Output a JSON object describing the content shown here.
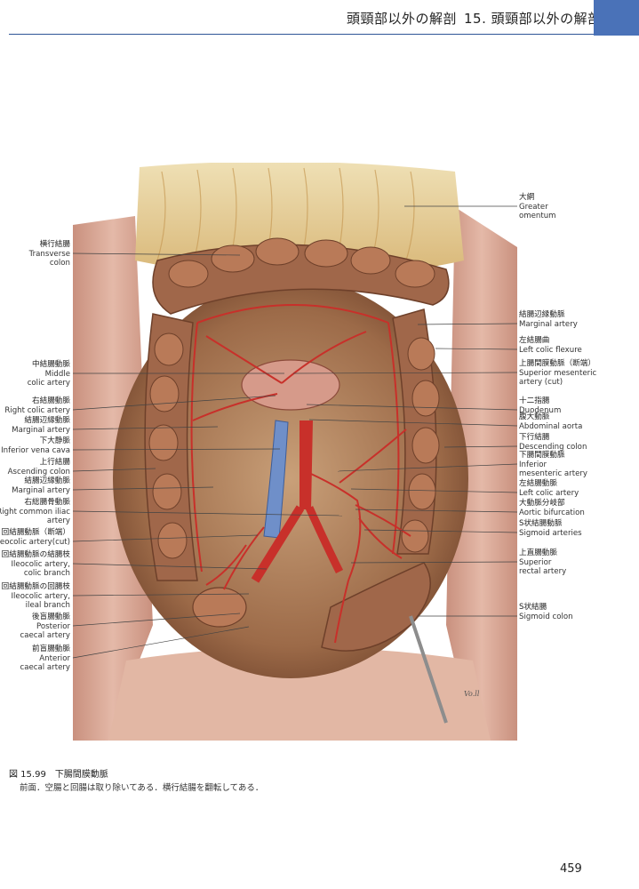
{
  "header": {
    "part": "頭頸部以外の解剖",
    "chapter": "15.  頭頸部以外の解剖"
  },
  "labels_left": [
    {
      "ja": "横行結腸",
      "en": [
        "Transverse",
        "colon"
      ]
    },
    {
      "ja": "中結腸動脈",
      "en": [
        "Middle",
        "colic artery"
      ]
    },
    {
      "ja": "右結腸動脈",
      "en": [
        "Right colic artery"
      ]
    },
    {
      "ja": "結腸辺縁動脈",
      "en": [
        "Marginal artery"
      ]
    },
    {
      "ja": "下大静脈",
      "en": [
        "Inferior vena cava"
      ]
    },
    {
      "ja": "上行結腸",
      "en": [
        "Ascending colon"
      ]
    },
    {
      "ja": "結腸辺縁動脈",
      "en": [
        "Marginal artery"
      ]
    },
    {
      "ja": "右総腸骨動脈",
      "en": [
        "Right common iliac",
        "artery"
      ]
    },
    {
      "ja": "回結腸動脈（断端）",
      "en": [
        "Ileocolic artery(cut)"
      ]
    },
    {
      "ja": "回結腸動脈の結腸枝",
      "en": [
        "Ileocolic artery,",
        "colic branch"
      ]
    },
    {
      "ja": "回結腸動脈の回腸枝",
      "en": [
        "Ileocolic artery,",
        "ileal branch"
      ]
    },
    {
      "ja": "後盲腸動脈",
      "en": [
        "Posterior",
        "caecal artery"
      ]
    },
    {
      "ja": "前盲腸動脈",
      "en": [
        "Anterior",
        "caecal artery"
      ]
    }
  ],
  "labels_right": [
    {
      "ja": "大網",
      "en": [
        "Greater",
        "omentum"
      ]
    },
    {
      "ja": "結腸辺縁動脈",
      "en": [
        "Marginal artery"
      ]
    },
    {
      "ja": "左結腸曲",
      "en": [
        "Left colic flexure"
      ]
    },
    {
      "ja": "上腸間膜動脈（断端）",
      "en": [
        "Superior mesenteric",
        "artery (cut)"
      ]
    },
    {
      "ja": "十二指腸",
      "en": [
        "Duodenum"
      ]
    },
    {
      "ja": "腹大動脈",
      "en": [
        "Abdominal aorta"
      ]
    },
    {
      "ja": "下行結腸",
      "en": [
        "Descending colon"
      ]
    },
    {
      "ja": "下腸間膜動脈",
      "en": [
        "Inferior",
        "mesenteric artery"
      ]
    },
    {
      "ja": "左結腸動脈",
      "en": [
        "Left colic artery"
      ]
    },
    {
      "ja": "大動脈分岐部",
      "en": [
        "Aortic bifurcation"
      ]
    },
    {
      "ja": "S状結腸動脈",
      "en": [
        "Sigmoid arteries"
      ]
    },
    {
      "ja": "上直腸動脈",
      "en": [
        "Superior",
        "rectal artery"
      ]
    },
    {
      "ja": "S状結腸",
      "en": [
        "Sigmoid colon"
      ]
    }
  ],
  "caption": {
    "figure_no": "図 15.99",
    "title": "下腸間膜動脈",
    "description": "前面．空腸と回腸は取り除いてある．横行結腸を翻転してある．"
  },
  "signature": "Vo.ll",
  "page_number": "459",
  "colors": {
    "accent_blue": "#4a72b8",
    "artery": "#c8302a",
    "vein": "#6f8fc9",
    "colon": "#a0674a",
    "omentum": "#e8d29a",
    "muscle": "#d9a898"
  }
}
